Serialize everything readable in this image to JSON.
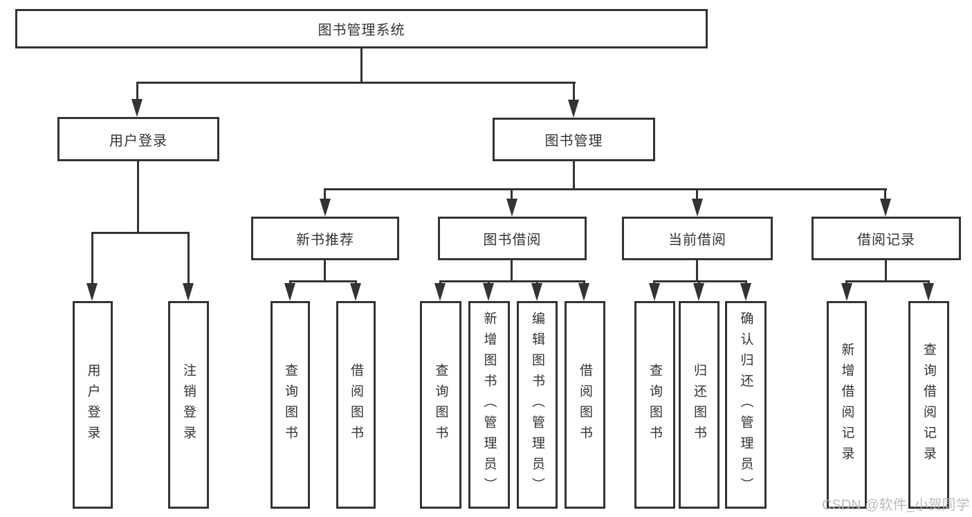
{
  "root": {
    "label": "图书管理系统"
  },
  "level1": [
    {
      "label": "用户登录"
    },
    {
      "label": "图书管理"
    }
  ],
  "level2": [
    {
      "label": "新书推荐"
    },
    {
      "label": "图书借阅"
    },
    {
      "label": "当前借阅"
    },
    {
      "label": "借阅记录"
    }
  ],
  "level3": [
    {
      "label": "用户登录"
    },
    {
      "label": "注销登录"
    },
    {
      "label": "查询图书"
    },
    {
      "label": "借阅图书"
    },
    {
      "label": "查询图书"
    },
    {
      "label": "新增图书（管理员）"
    },
    {
      "label": "编辑图书（管理员）"
    },
    {
      "label": "借阅图书"
    },
    {
      "label": "查询图书"
    },
    {
      "label": "归还图书"
    },
    {
      "label": "确认归还（管理员）"
    },
    {
      "label": "新增借阅记录"
    },
    {
      "label": "查询借阅记录"
    }
  ],
  "watermark": {
    "text": "CSDN @软件_小贺同学"
  },
  "colors": {
    "line": "#333333",
    "text": "#333333",
    "background": "#ffffff",
    "watermark": "#b4b4b4"
  }
}
